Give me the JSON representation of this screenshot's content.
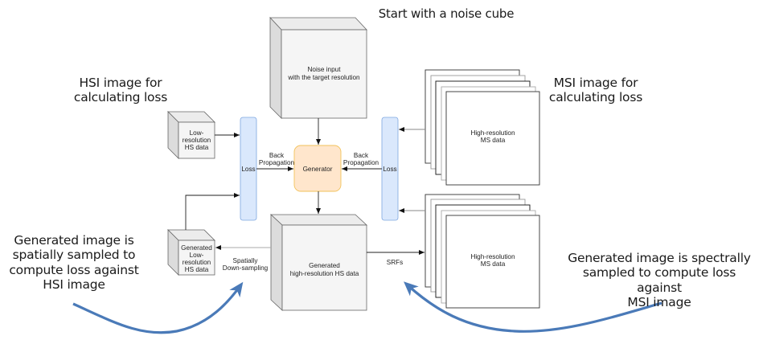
{
  "annotations": {
    "title": "Start with a noise cube",
    "hsi_caption": [
      "HSI image for",
      "calculating loss"
    ],
    "msi_caption": [
      "MSI image for",
      "calculating loss"
    ],
    "spatial_note": [
      "Generated image is",
      "spatially sampled to",
      "compute loss against",
      "HSI image"
    ],
    "spectral_note": [
      "Generated image is spectrally",
      "sampled to compute loss against",
      "MSI image"
    ]
  },
  "nodes": {
    "noise_cube": [
      "Noise input",
      "with the target resolution"
    ],
    "low_res_hs": [
      "Low-",
      "resolution",
      "HS data"
    ],
    "generated_low_res_hs": [
      "Generated",
      "Low-",
      "resolution",
      "HS data"
    ],
    "generated_high_res_hs": [
      "Generated",
      "high-resolution HS data"
    ],
    "generator": "Generator",
    "loss_left": "Loss",
    "loss_right": "Loss",
    "ms_stack_top": [
      "High-resolution",
      "MS data"
    ],
    "ms_stack_bottom": [
      "High-resolution",
      "MS data"
    ]
  },
  "edge_labels": {
    "back_prop_left": [
      "Back",
      "Propagation"
    ],
    "back_prop_right": [
      "Back",
      "Propagation"
    ],
    "spatial_down": [
      "Spatially",
      "Down-sampling"
    ],
    "srfs": "SRFs"
  },
  "colors": {
    "loss_fill": "#dae8fc",
    "loss_stroke": "#7ea6e0",
    "generator_fill": "#ffe6cc",
    "generator_stroke": "#f2c25a",
    "cube_front": "#f5f5f5",
    "cube_side": "#dcdcdc",
    "cube_top": "#ececec",
    "cube_stroke": "#666666",
    "curve_arrow": "#4a7ab8"
  }
}
